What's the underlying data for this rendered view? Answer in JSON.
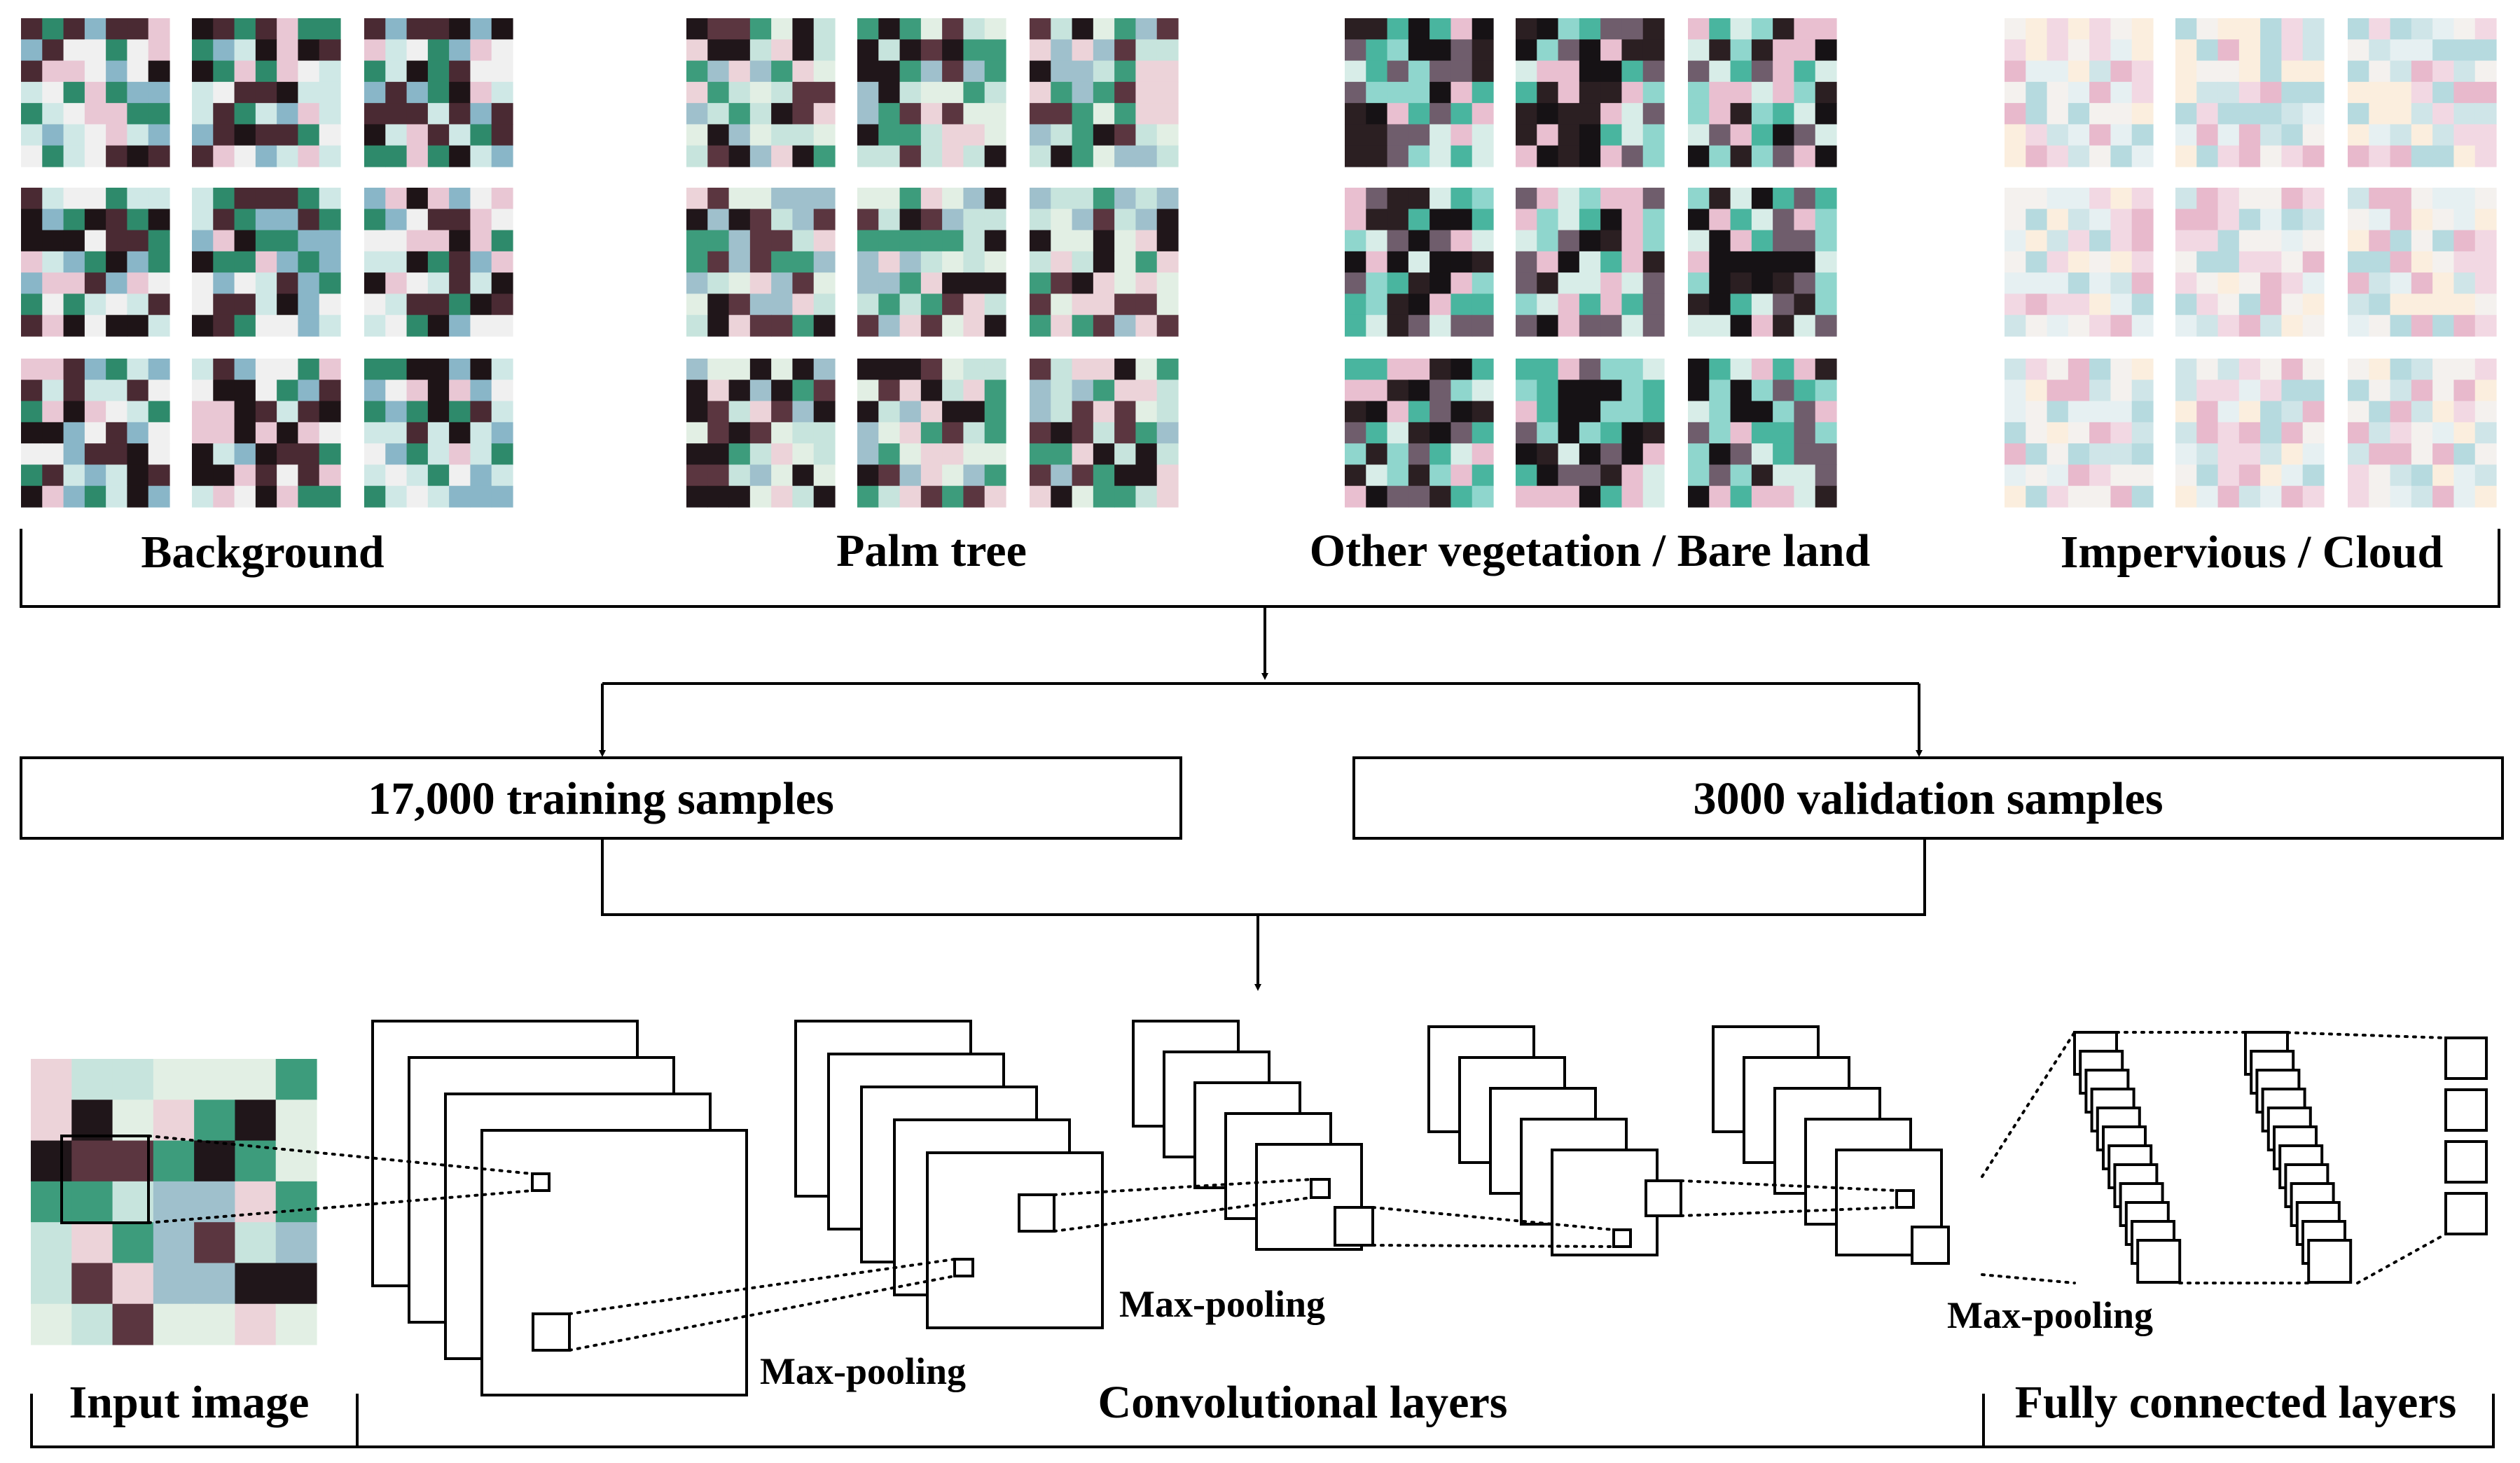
{
  "categories": [
    {
      "label": "Background",
      "palette": [
        "#1e1417",
        "#e9c7d4",
        "#2e8a6b",
        "#cfe8e6",
        "#4a2a33",
        "#f0f0f0",
        "#89b6c8"
      ]
    },
    {
      "label": "Palm tree",
      "palette": [
        "#20161a",
        "#ecd3d9",
        "#3d9c7c",
        "#e2efe4",
        "#5b3640",
        "#c7e4dd",
        "#9fc0cc"
      ]
    },
    {
      "label": "Other vegetation / Bare land",
      "palette": [
        "#161215",
        "#49b59f",
        "#d8ede8",
        "#e9bfd0",
        "#2b1f22",
        "#8fd6cd",
        "#6f5d6c"
      ]
    },
    {
      "label": "Impervious / Cloud",
      "palette": [
        "#f4f1ee",
        "#e6f0f2",
        "#f2d8e3",
        "#cfe5e8",
        "#fbeede",
        "#b6dadf",
        "#e8b9cc"
      ]
    }
  ],
  "splits": {
    "training": "17,000 training samples",
    "validation": "3000 validation samples"
  },
  "network": {
    "input_label": "Input image",
    "maxpool_label_1": "Max-pooling",
    "maxpool_label_2": "Max-pooling",
    "maxpool_label_3": "Max-pooling",
    "conv_label": "Convolutional layers",
    "fc_label": "Fully connected layers"
  },
  "colors": {
    "line": "#000000",
    "background": "#ffffff"
  }
}
